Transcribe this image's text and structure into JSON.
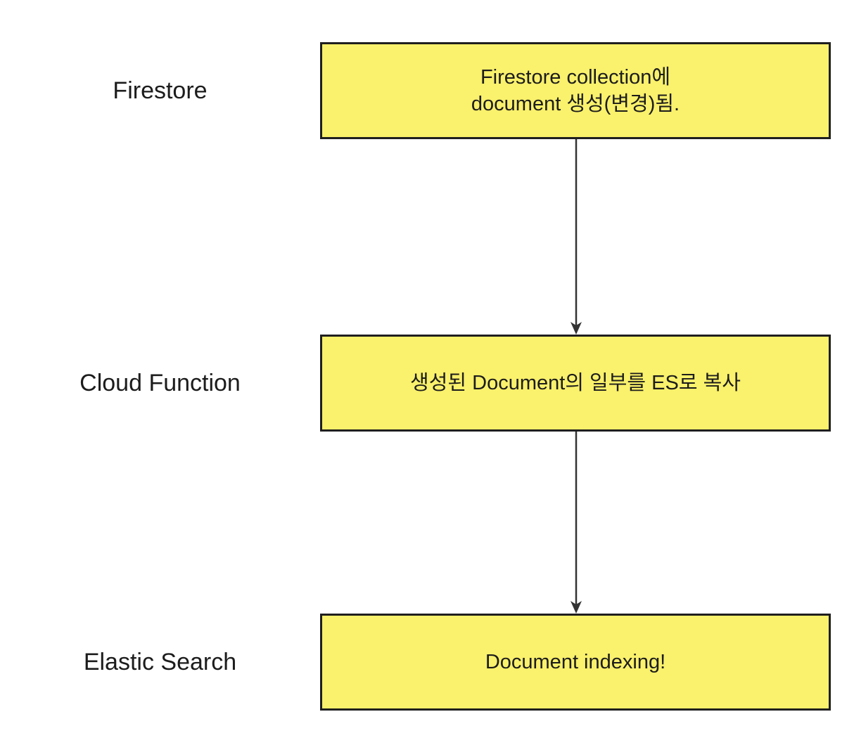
{
  "diagram": {
    "type": "flowchart",
    "direction": "top-down",
    "rows": [
      {
        "label": "Firestore",
        "box_text": "Firestore collection에\ndocument 생성(변경)됨."
      },
      {
        "label": "Cloud Function",
        "box_text": "생성된 Document의 일부를 ES로 복사"
      },
      {
        "label": "Elastic Search",
        "box_text": "Document indexing!"
      }
    ],
    "connections": [
      {
        "from": "Firestore collection에 document 생성(변경)됨.",
        "to": "생성된 Document의 일부를 ES로 복사",
        "style": "arrow-down"
      },
      {
        "from": "생성된 Document의 일부를 ES로 복사",
        "to": "Document indexing!",
        "style": "arrow-down"
      }
    ],
    "colors": {
      "box_fill": "#faf16c",
      "box_border": "#1f1f1f",
      "arrow": "#333333",
      "text": "#1c1c1c",
      "background": "#ffffff"
    }
  }
}
